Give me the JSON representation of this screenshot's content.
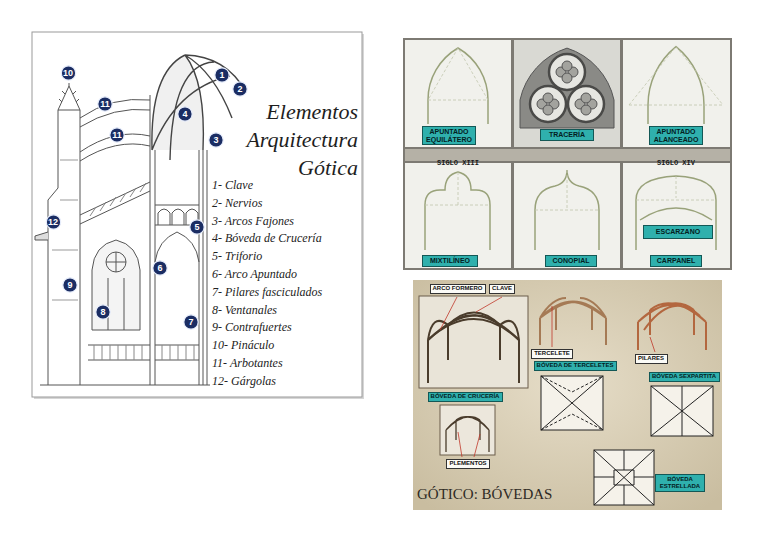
{
  "diagram": {
    "nodes": [
      {
        "text": [
          "Elementos Arquitectura Gótica"
        ]
      },
      {
        "text": [
          "10"
        ],
        "in": 0
      },
      {
        "text": [
          "1"
        ],
        "in": 0
      },
      {
        "text": [
          "2"
        ],
        "in": 0
      },
      {
        "text": [
          "11"
        ],
        "in": 0
      },
      {
        "text": [
          "4"
        ],
        "in": 0
      },
      {
        "text": [
          "11"
        ],
        "in": 0
      },
      {
        "text": [
          "3"
        ],
        "in": 0
      },
      {
        "text": [
          "5"
        ],
        "in": 0
      },
      {
        "text": [
          "12"
        ],
        "in": 0
      },
      {
        "text": [
          "6"
        ],
        "in": 0
      },
      {
        "text": [
          "9"
        ],
        "in": 0
      },
      {
        "text": [
          "8"
        ],
        "in": 0
      },
      {
        "text": [
          "7"
        ],
        "in": 0
      },
      {
        "text": [
          "APUNTADO EQUILÁTERO"
        ]
      },
      {
        "text": [
          "TRACERÍA"
        ]
      },
      {
        "text": [
          "APUNTADO ALANCEADO"
        ]
      },
      {
        "text": [
          "MIXTILÍNEO"
        ]
      },
      {
        "text": [
          "CONOPIAL"
        ]
      },
      {
        "text": [
          "ESCARZANO"
        ]
      },
      {
        "text": [
          "CARPANEL"
        ]
      },
      {
        "text": [
          "GÓTICO: BÓVEDAS"
        ]
      },
      {
        "text": [
          "ARCO FORMERO"
        ],
        "in": 21
      },
      {
        "text": [
          "CLAVE"
        ],
        "in": 21
      },
      {
        "text": [
          "TERCELETE"
        ],
        "in": 21
      },
      {
        "text": [
          "BÓVEDA DE TERCELETES"
        ],
        "in": 21
      },
      {
        "text": [
          "PILARES"
        ],
        "in": 21
      },
      {
        "text": [
          "BÓVEDA SEXPARTITA"
        ],
        "in": 21
      },
      {
        "text": [
          "BÓVEDA DE CRUCERÍA"
        ],
        "in": 21
      },
      {
        "text": [
          "PLEMENTOS"
        ],
        "in": 21
      },
      {
        "text": [
          "BÓVEDA ESTRELLADA"
        ],
        "in": 21
      }
    ],
    "labels": [
      "1- Clave",
      "2- Nervios",
      "3- Arcos Fajones",
      "4- Bóveda de Crucería",
      "5- Triforio",
      "6- Arco Apuntado",
      "7- Pilares fasciculados",
      "8- Ventanales",
      "9- Contrafuertes",
      "10- Pináculo",
      "11- Arbotantes",
      "12- Gárgolas",
      "SIGLO XIII",
      "SIGLO XIV"
    ]
  }
}
